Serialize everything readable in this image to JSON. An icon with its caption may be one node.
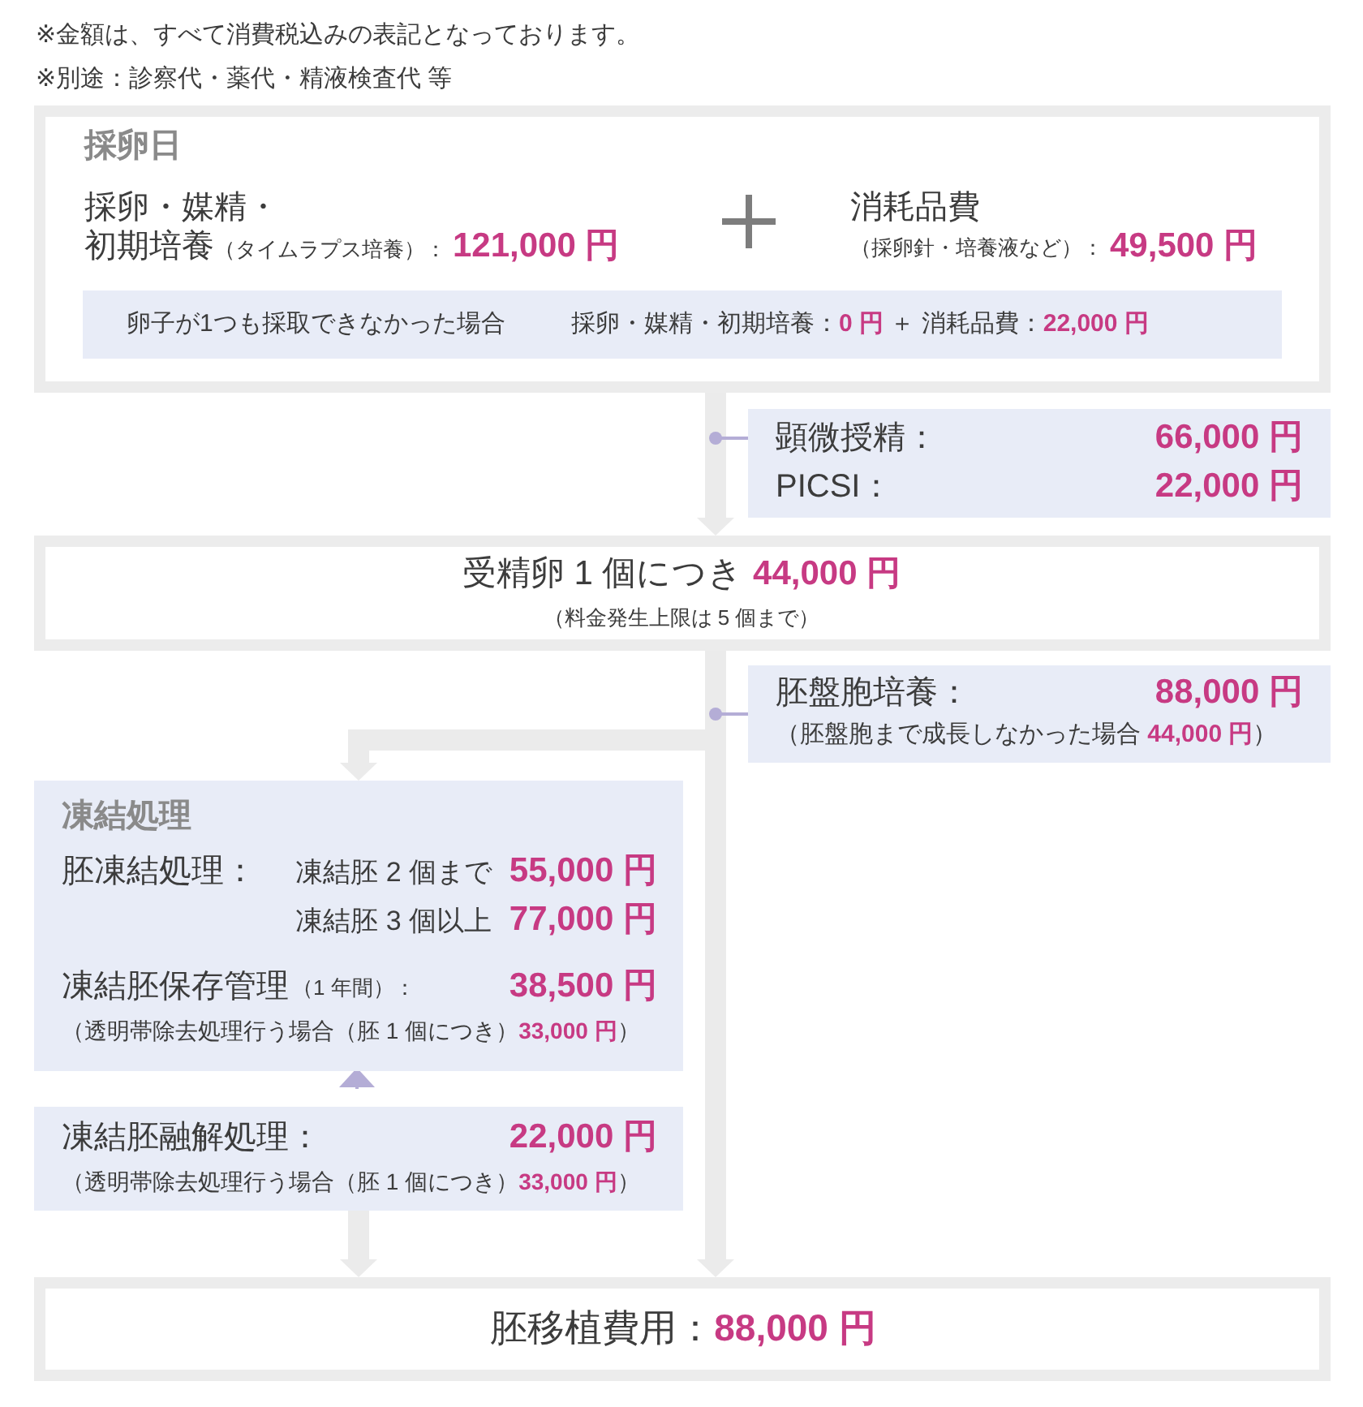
{
  "diagram": {
    "nodes": [
      {
        "text": [
          "採卵日",
          "採卵・媒精・初期培養",
          "（タイムラプス培養）：",
          "121,000 円",
          "消耗品費",
          "（採卵針・培養液など）：",
          "49,500 円"
        ]
      },
      {
        "text": [
          "卵子が1つも採取できなかった場合",
          "採卵・媒精・初期培養：**0 円** ＋ 消耗品費：**22,000 円**"
        ],
        "in": 0
      },
      {
        "text": [
          "顕微授精：",
          "66,000 円",
          "PICSI：",
          "22,000 円"
        ]
      },
      {
        "text": [
          "受精卵 1 個につき **44,000 円**",
          "（料金発生上限は 5 個まで）"
        ]
      },
      {
        "text": [
          "胚盤胞培養：",
          "88,000 円",
          "（胚盤胞まで成長しなかった場合 **44,000 円**）"
        ]
      },
      {
        "text": [
          "凍結処理",
          "胚凍結処理：",
          "凍結胚 2 個まで",
          "55,000 円",
          "凍結胚 3 個以上",
          "77,000 円",
          "凍結胚保存管理",
          "（1 年間）：",
          "38,500 円",
          "（透明帯除去処理行う場合（胚 1 個につき）**33,000 円**）"
        ]
      },
      {
        "text": [
          "凍結胚融解処理：",
          "22,000 円",
          "（透明帯除去処理行う場合（胚 1 個につき）**33,000 円**）"
        ]
      },
      {
        "text": [
          "胚移植費用：**88,000 円**"
        ]
      }
    ],
    "edges": [
      {
        "from": 0,
        "to": 3,
        "arrow": "to"
      },
      {
        "from": 2,
        "to": null,
        "arrow": "other",
        "color": "#b4add6"
      },
      {
        "from": 3,
        "to": 5,
        "arrow": "to"
      },
      {
        "from": 3,
        "to": 7,
        "arrow": "to"
      },
      {
        "from": 4,
        "to": null,
        "arrow": "other",
        "color": "#b4add6"
      },
      {
        "from": 5,
        "to": 6,
        "arrow": "to",
        "color": "#b4add6"
      },
      {
        "from": 6,
        "to": 7,
        "arrow": "to"
      }
    ],
    "labels": [
      "※金額は、すべて消費税込みの表記となっております。",
      "※別途：診察代・薬代・精液検査代 等"
    ]
  }
}
